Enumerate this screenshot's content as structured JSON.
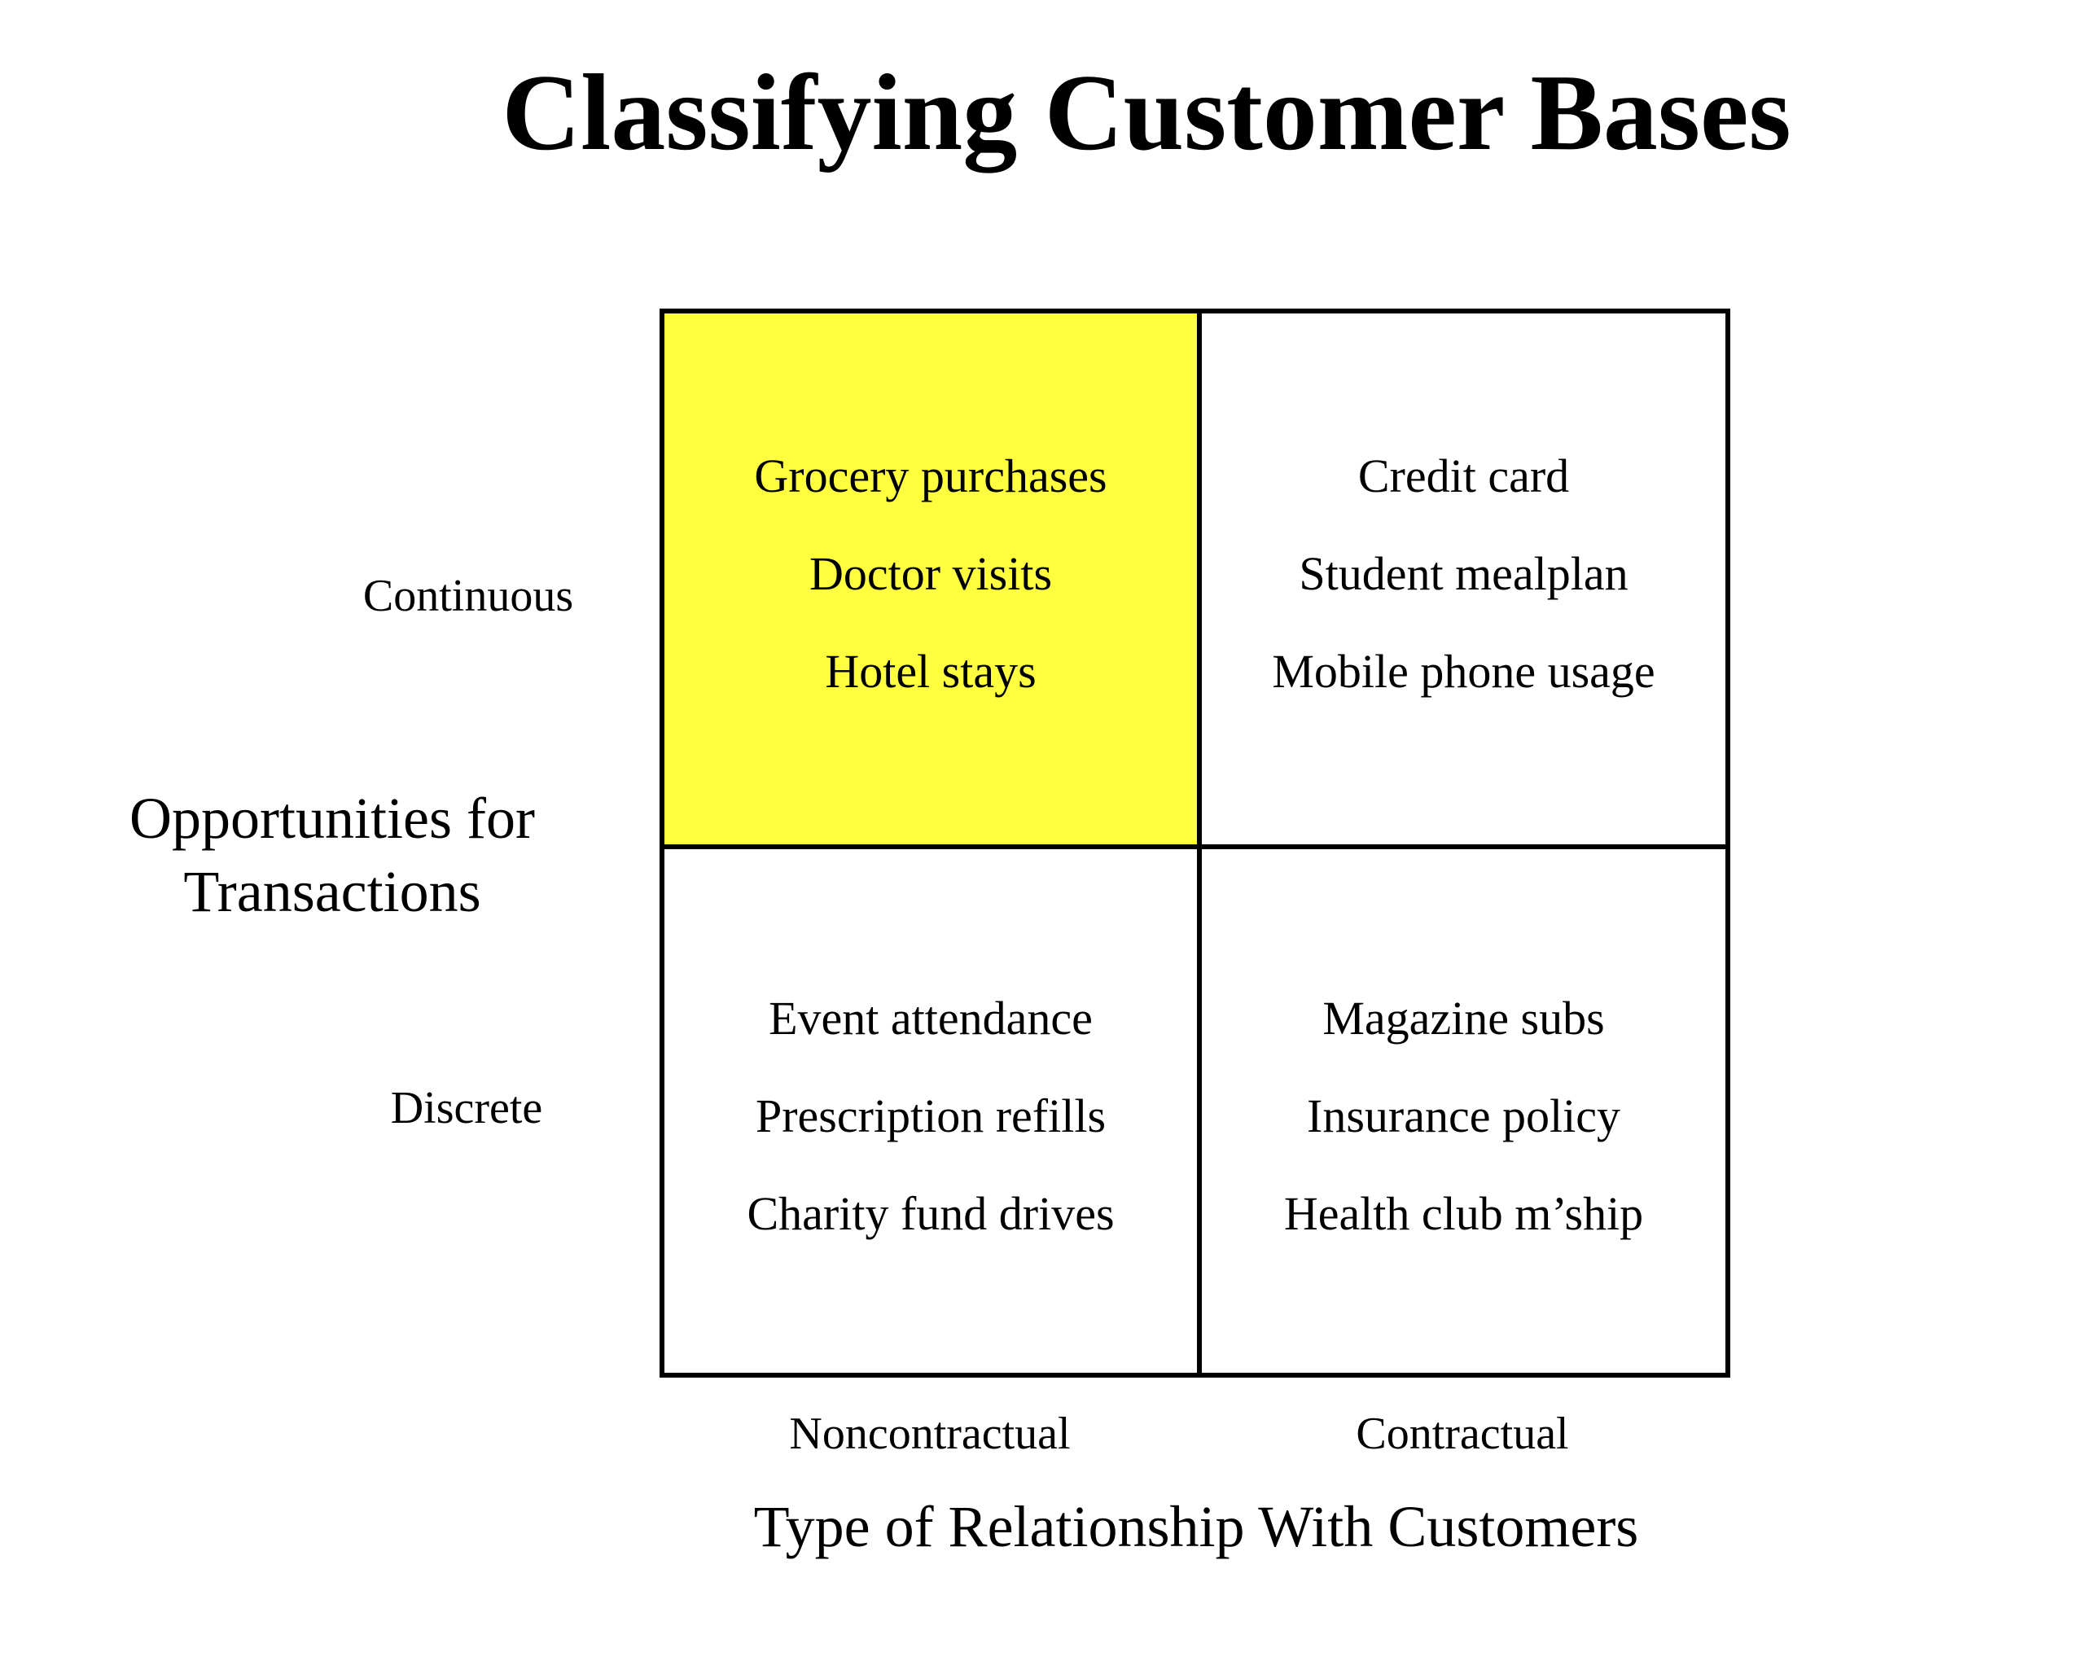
{
  "title": "Classifying Customer Bases",
  "colors": {
    "highlight": "#FFFF40",
    "grid_line": "#000000",
    "background": "#FFFFFF",
    "text": "#000000"
  },
  "y_axis": {
    "title_line1": "Opportunities for",
    "title_line2": "Transactions",
    "rows": [
      "Continuous",
      "Discrete"
    ]
  },
  "x_axis": {
    "title": "Type of Relationship With Customers",
    "columns": [
      "Noncontractual",
      "Contractual"
    ]
  },
  "cells": {
    "continuous_noncontractual": {
      "highlighted": true,
      "items": [
        "Grocery purchases",
        "Doctor visits",
        "Hotel stays"
      ]
    },
    "continuous_contractual": {
      "highlighted": false,
      "items": [
        "Credit card",
        "Student mealplan",
        "Mobile phone usage"
      ]
    },
    "discrete_noncontractual": {
      "highlighted": false,
      "items": [
        "Event attendance",
        "Prescription refills",
        "Charity fund drives"
      ]
    },
    "discrete_contractual": {
      "highlighted": false,
      "items": [
        "Magazine subs",
        "Insurance policy",
        "Health club m’ship"
      ]
    }
  }
}
